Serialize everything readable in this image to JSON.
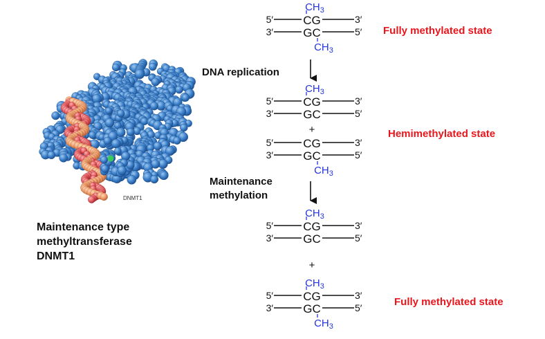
{
  "colors": {
    "state_label": "#e8161c",
    "methyl": "#2233dd",
    "text": "#111111",
    "protein": "#3f83cc",
    "dna_backbone": "#e8a070",
    "dna_base": "#e35a5e",
    "ion": "#3ac95a"
  },
  "structure": {
    "name": "DNMT1",
    "caption": [
      "Maintenance type",
      "methyltransferase",
      "DNMT1"
    ]
  },
  "states": {
    "top": "Fully methylated state",
    "middle": "Hemimethylated state",
    "bottom": "Fully methylated state"
  },
  "steps": {
    "replication": "DNA replication",
    "maintenance": [
      "Maintenance",
      "methylation"
    ]
  },
  "duplex": {
    "end5": "5′",
    "end3": "3′",
    "top_pair": "CG",
    "bottom_pair": "GC",
    "methyl": "CH3",
    "plus": "+"
  },
  "duplexes": [
    {
      "id": "parent",
      "methyl_top": true,
      "methyl_bottom": true
    },
    {
      "id": "hemi-1",
      "methyl_top": true,
      "methyl_bottom": false
    },
    {
      "id": "hemi-2",
      "methyl_top": false,
      "methyl_bottom": true
    },
    {
      "id": "full-1",
      "methyl_top": true,
      "methyl_bottom": false
    },
    {
      "id": "full-2",
      "methyl_top": true,
      "methyl_bottom": true
    }
  ]
}
